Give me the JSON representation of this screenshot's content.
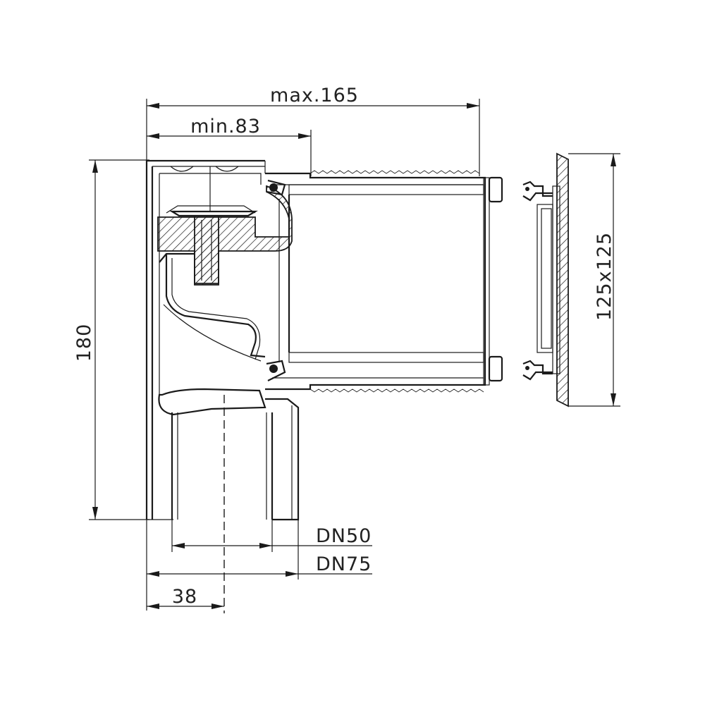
{
  "dimensions": {
    "overall_width": "max.165",
    "insert_depth": "min.83",
    "height": "180",
    "grate_size": "125x125",
    "outlet_small": "DN50",
    "outlet_large": "DN75",
    "outlet_offset": "38"
  },
  "colors": {
    "line": "#1a1a1a",
    "text": "#222222",
    "background": "#ffffff"
  }
}
